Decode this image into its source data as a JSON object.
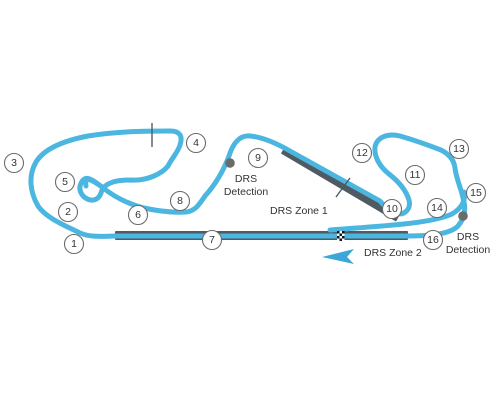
{
  "colors": {
    "track": "#4bb6e0",
    "drs_bar": "#4f5a63",
    "detection_point": "#6b6b6b",
    "direction_arrow": "#3aa7d8",
    "label_text": "#333333"
  },
  "turns": [
    "1",
    "2",
    "3",
    "4",
    "5",
    "6",
    "7",
    "8",
    "9",
    "10",
    "11",
    "12",
    "13",
    "14",
    "15",
    "16"
  ],
  "labels": {
    "drs_detection_1_line1": "DRS",
    "drs_detection_1_line2": "Detection",
    "drs_zone_1": "DRS Zone 1",
    "drs_zone_2": "DRS Zone 2",
    "drs_detection_2_line1": "DRS",
    "drs_detection_2_line2": "Detection"
  },
  "icons": {
    "start_finish": "checkered-flag-icon",
    "direction": "direction-arrow-icon",
    "detection": "detection-point-icon"
  }
}
